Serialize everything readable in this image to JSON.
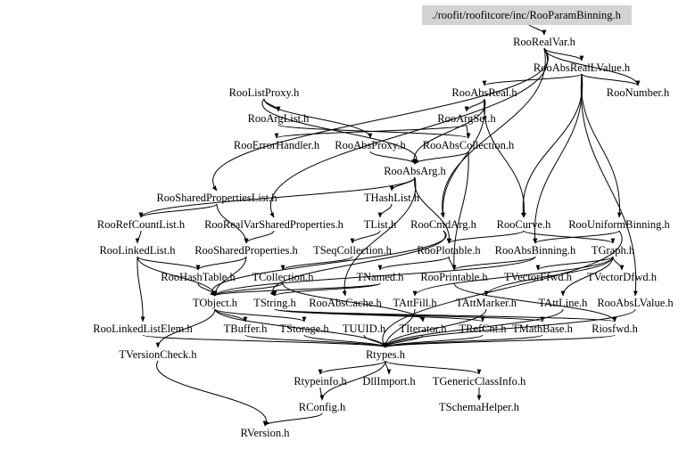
{
  "title": "./roofit/roofitcore/inc/RooParamBinning.h include dependency graph",
  "colors": {
    "root_fill": "#d3d3d3",
    "edge": "#000000",
    "background": "#ffffff"
  },
  "nodes": {
    "root": "./roofit/roofitcore/inc/RooParamBinning.h",
    "RooRealVar": "RooRealVar.h",
    "RooAbsRealLValue": "RooAbsRealLValue.h",
    "RooNumber": "RooNumber.h",
    "RooListProxy": "RooListProxy.h",
    "RooAbsReal": "RooAbsReal.h",
    "RooArgList": "RooArgList.h",
    "RooArgSet": "RooArgSet.h",
    "RooErrorHandler": "RooErrorHandler.h",
    "RooAbsProxy": "RooAbsProxy.h",
    "RooAbsCollection": "RooAbsCollection.h",
    "RooAbsArg": "RooAbsArg.h",
    "RooSharedPropertiesList": "RooSharedPropertiesList.h",
    "THashList": "THashList.h",
    "RooRefCountList": "RooRefCountList.h",
    "RooRealVarSharedProperties": "RooRealVarSharedProperties.h",
    "TList": "TList.h",
    "RooCmdArg": "RooCmdArg.h",
    "RooCurve": "RooCurve.h",
    "RooUniformBinning": "RooUniformBinning.h",
    "RooLinkedList": "RooLinkedList.h",
    "RooSharedProperties": "RooSharedProperties.h",
    "TSeqCollection": "TSeqCollection.h",
    "RooPlotable": "RooPlotable.h",
    "RooAbsBinning": "RooAbsBinning.h",
    "TGraph": "TGraph.h",
    "RooHashTable": "RooHashTable.h",
    "TCollection": "TCollection.h",
    "TNamed": "TNamed.h",
    "RooPrintable": "RooPrintable.h",
    "TVectorFfwd": "TVectorFfwd.h",
    "TVectorDfwd": "TVectorDfwd.h",
    "TObject": "TObject.h",
    "TString": "TString.h",
    "RooAbsCache": "RooAbsCache.h",
    "TAttFill": "TAttFill.h",
    "TAttMarker": "TAttMarker.h",
    "TAttLine": "TAttLine.h",
    "RooAbsLValue": "RooAbsLValue.h",
    "RooLinkedListElem": "RooLinkedListElem.h",
    "TBuffer": "TBuffer.h",
    "TStorage": "TStorage.h",
    "TUUID": "TUUID.h",
    "TIterator": "TIterator.h",
    "TRefCnt": "TRefCnt.h",
    "TMathBase": "TMathBase.h",
    "Riosfwd": "Riosfwd.h",
    "TVersionCheck": "TVersionCheck.h",
    "Rtypes": "Rtypes.h",
    "Rtypeinfo": "Rtypeinfo.h",
    "DllImport": "DllImport.h",
    "TGenericClassInfo": "TGenericClassInfo.h",
    "RConfig": "RConfig.h",
    "TSchemaHelper": "TSchemaHelper.h",
    "RVersion": "RVersion.h"
  },
  "edges": [
    [
      "root",
      "RooRealVar"
    ],
    [
      "RooRealVar",
      "RooAbsRealLValue"
    ],
    [
      "RooRealVar",
      "RooNumber"
    ],
    [
      "RooRealVar",
      "RooSharedPropertiesList"
    ],
    [
      "RooRealVar",
      "RooRealVarSharedProperties"
    ],
    [
      "RooRealVar",
      "RooCmdArg"
    ],
    [
      "RooAbsRealLValue",
      "RooAbsReal"
    ],
    [
      "RooAbsRealLValue",
      "RooNumber"
    ],
    [
      "RooAbsRealLValue",
      "RooAbsLValue"
    ],
    [
      "RooAbsRealLValue",
      "RooAbsBinning"
    ],
    [
      "RooAbsRealLValue",
      "RooUniformBinning"
    ],
    [
      "RooAbsRealLValue",
      "RooCurve"
    ],
    [
      "RooAbsReal",
      "RooAbsArg"
    ],
    [
      "RooAbsReal",
      "RooCmdArg"
    ],
    [
      "RooAbsReal",
      "RooCurve"
    ],
    [
      "RooAbsReal",
      "RooArgSet"
    ],
    [
      "RooListProxy",
      "RooArgList"
    ],
    [
      "RooListProxy",
      "RooAbsProxy"
    ],
    [
      "RooListProxy",
      "RooAbsArg"
    ],
    [
      "RooArgList",
      "RooAbsCollection"
    ],
    [
      "RooArgSet",
      "RooAbsCollection"
    ],
    [
      "RooArgSet",
      "RooErrorHandler"
    ],
    [
      "RooAbsProxy",
      "RooAbsArg"
    ],
    [
      "RooAbsCollection",
      "RooAbsArg"
    ],
    [
      "RooAbsCollection",
      "RooPrintable"
    ],
    [
      "RooAbsArg",
      "THashList"
    ],
    [
      "RooAbsArg",
      "RooRefCountList"
    ],
    [
      "RooAbsArg",
      "RooPlotable"
    ],
    [
      "RooAbsArg",
      "RooAbsCache"
    ],
    [
      "RooSharedPropertiesList",
      "RooRefCountList"
    ],
    [
      "RooSharedPropertiesList",
      "RooSharedProperties"
    ],
    [
      "RooRealVarSharedProperties",
      "RooSharedProperties"
    ],
    [
      "THashList",
      "TList"
    ],
    [
      "TList",
      "TSeqCollection"
    ],
    [
      "RooRefCountList",
      "RooLinkedList"
    ],
    [
      "RooCmdArg",
      "TString"
    ],
    [
      "RooCmdArg",
      "TObject"
    ],
    [
      "RooCurve",
      "TGraph"
    ],
    [
      "RooCurve",
      "RooPlotable"
    ],
    [
      "RooUniformBinning",
      "RooAbsBinning"
    ],
    [
      "RooUniformBinning",
      "Rtypes"
    ],
    [
      "RooLinkedList",
      "RooHashTable"
    ],
    [
      "RooLinkedList",
      "RooLinkedListElem"
    ],
    [
      "RooLinkedList",
      "TObject"
    ],
    [
      "RooSharedProperties",
      "TObject"
    ],
    [
      "RooSharedProperties",
      "RooHashTable"
    ],
    [
      "TSeqCollection",
      "TCollection"
    ],
    [
      "TCollection",
      "TObject"
    ],
    [
      "TCollection",
      "TIterator"
    ],
    [
      "RooPlotable",
      "RooPrintable"
    ],
    [
      "RooPlotable",
      "TNamed"
    ],
    [
      "RooAbsBinning",
      "RooPrintable"
    ],
    [
      "RooAbsBinning",
      "TObject"
    ],
    [
      "TGraph",
      "TAttLine"
    ],
    [
      "TGraph",
      "TAttFill"
    ],
    [
      "TGraph",
      "TAttMarker"
    ],
    [
      "TGraph",
      "TVectorFfwd"
    ],
    [
      "TGraph",
      "TVectorDfwd"
    ],
    [
      "RooHashTable",
      "TObject"
    ],
    [
      "TNamed",
      "TString"
    ],
    [
      "TNamed",
      "TObject"
    ],
    [
      "RooPrintable",
      "Riosfwd"
    ],
    [
      "TObject",
      "TBuffer"
    ],
    [
      "TObject",
      "TStorage"
    ],
    [
      "TObject",
      "TVersionCheck"
    ],
    [
      "TObject",
      "Rtypes"
    ],
    [
      "TString",
      "TRefCnt"
    ],
    [
      "TString",
      "TMathBase"
    ],
    [
      "TString",
      "Riosfwd"
    ],
    [
      "RooLinkedListElem",
      "Rtypes"
    ],
    [
      "TBuffer",
      "Rtypes"
    ],
    [
      "TStorage",
      "Rtypes"
    ],
    [
      "TUUID",
      "Rtypes"
    ],
    [
      "TIterator",
      "Rtypes"
    ],
    [
      "TRefCnt",
      "Rtypes"
    ],
    [
      "TMathBase",
      "Rtypes"
    ],
    [
      "Riosfwd",
      "Rtypes"
    ],
    [
      "TAttFill",
      "Rtypes"
    ],
    [
      "TAttMarker",
      "Rtypes"
    ],
    [
      "TAttLine",
      "Rtypes"
    ],
    [
      "RooAbsLValue",
      "Rtypes"
    ],
    [
      "TVersionCheck",
      "RVersion"
    ],
    [
      "Rtypes",
      "Rtypeinfo"
    ],
    [
      "Rtypes",
      "DllImport"
    ],
    [
      "Rtypes",
      "TGenericClassInfo"
    ],
    [
      "Rtypes",
      "RConfig"
    ],
    [
      "Rtypeinfo",
      "RConfig"
    ],
    [
      "TGenericClassInfo",
      "TSchemaHelper"
    ],
    [
      "RConfig",
      "RVersion"
    ]
  ]
}
